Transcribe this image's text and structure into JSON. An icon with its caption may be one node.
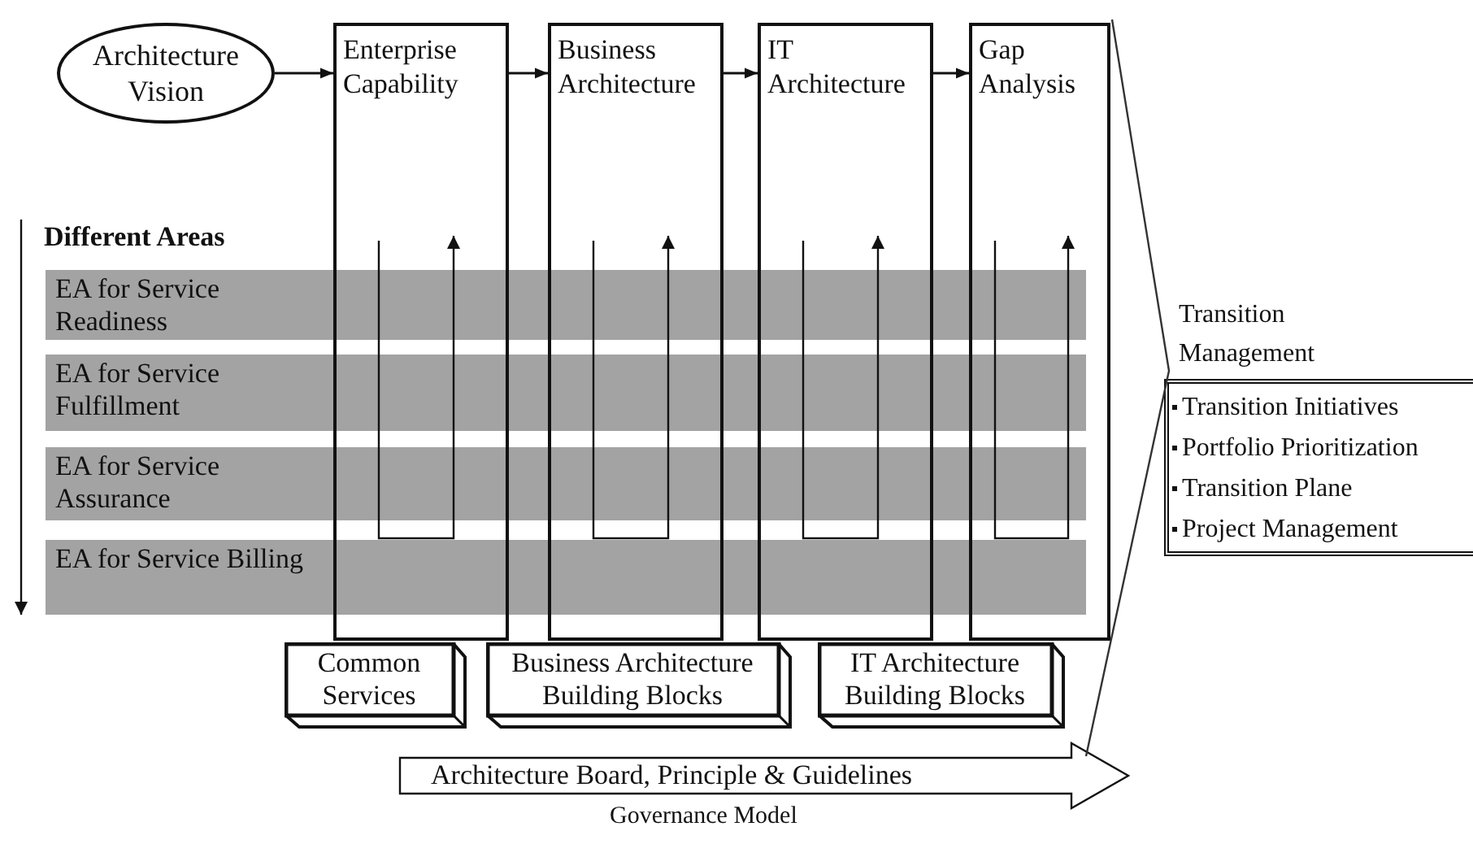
{
  "diagram": {
    "nodes": [
      {
        "text": [
          "Architecture Vision"
        ]
      },
      {
        "text": [
          "Enterprise Capability"
        ]
      },
      {
        "text": [
          "Business Architecture"
        ]
      },
      {
        "text": [
          "IT Architecture"
        ]
      },
      {
        "text": [
          "Gap Analysis"
        ]
      },
      {
        "text": [
          "EA for Service Readiness"
        ]
      },
      {
        "text": [
          "EA for Service Fulfillment"
        ]
      },
      {
        "text": [
          "EA for Service Assurance"
        ]
      },
      {
        "text": [
          "EA for Service Billing"
        ]
      },
      {
        "text": [
          "Common Services"
        ]
      },
      {
        "text": [
          "Business Architecture Building Blocks"
        ]
      },
      {
        "text": [
          "IT Architecture Building Blocks"
        ]
      },
      {
        "text": [
          "Architecture Board, Principle & Guidelines"
        ],
        "beside": [
          "Governance Model"
        ]
      },
      {
        "text": [
          "Transition Management",
          "Transition Initiatives",
          "Portfolio Prioritization",
          "Transition Plane",
          "Project Management"
        ]
      }
    ],
    "edges": [
      {
        "from": 0,
        "to": 1,
        "arrow": "to"
      },
      {
        "from": 1,
        "to": 2,
        "arrow": "to"
      },
      {
        "from": 2,
        "to": 3,
        "arrow": "to"
      },
      {
        "from": 3,
        "to": 4,
        "arrow": "to"
      }
    ],
    "labels": [
      "Different Areas"
    ]
  }
}
